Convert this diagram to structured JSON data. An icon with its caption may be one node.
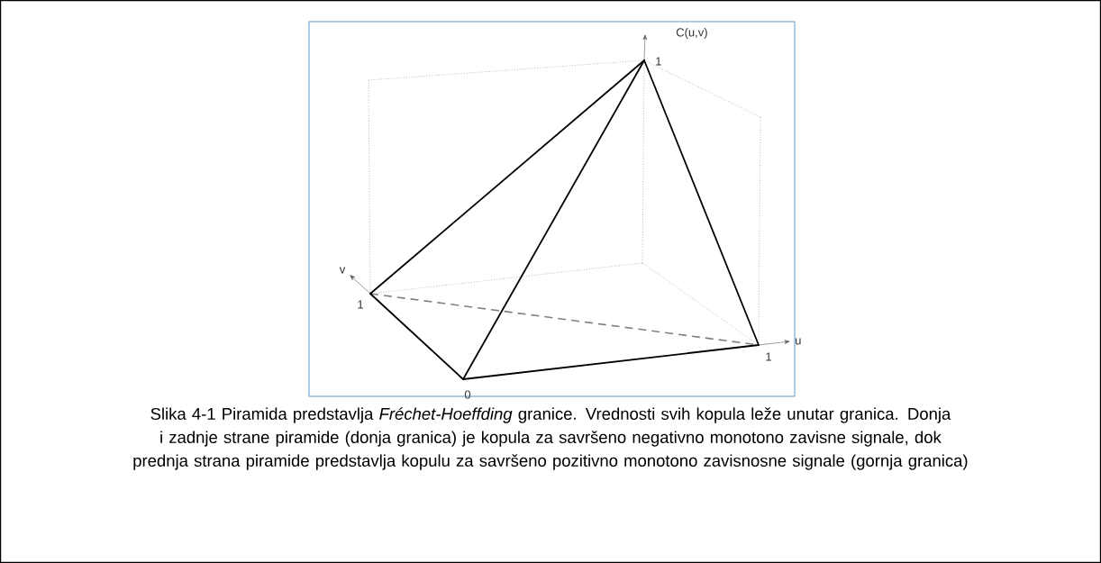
{
  "diagram": {
    "caption": "Slika 4-1 Piramida predstavlja *Fréchet-Hoeffding* granice. Vrednosti svih kopula leže unutar granica. Donja i zadnje strane piramide (donja granica) je kopula za savršeno negativno monotono zavisne signale, dok prednja strana piramide predstavlja kopulu za savršeno pozitivno monotono zavisnosne signale (gornja granica)",
    "labels": [
      "C(u,v)",
      "1",
      "v",
      "1",
      "u",
      "1",
      "0"
    ]
  }
}
